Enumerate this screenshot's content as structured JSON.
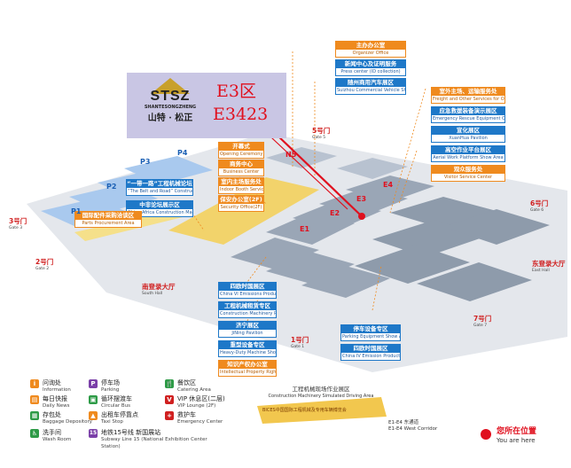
{
  "logo": {
    "abbr": "STSZ",
    "en": "SHANTESONGZHENG",
    "cn": "山特 · 松正"
  },
  "booth": {
    "zone": "E3区",
    "number": "E3423"
  },
  "callouts": [
    {
      "cn": "主办办公室",
      "en": "Organizer Office",
      "color": "orange"
    },
    {
      "cn": "新闻中心及证明服务",
      "en": "Press center (ID collection)",
      "color": "blue"
    },
    {
      "cn": "随州商用汽车展区",
      "en": "Suizhou Commercial Vehicle Show Area",
      "color": "blue"
    },
    {
      "cn": "室外主场、运输服务处",
      "en": "Freight and Other Services for Outdoor Exhibition",
      "color": "orange"
    },
    {
      "cn": "应急救援装备演示展区",
      "en": "Emergency Rescue Equipment Onsite Display",
      "color": "blue"
    },
    {
      "cn": "宣化展区",
      "en": "XuanHua Pavilion",
      "color": "blue"
    },
    {
      "cn": "高空作业平台展区",
      "en": "Aerial Work Platform Show Area",
      "color": "blue"
    },
    {
      "cn": "观众服务处",
      "en": "Visitor Service Center",
      "color": "orange"
    },
    {
      "cn": "开幕式",
      "en": "Opening Ceremony",
      "color": "orange"
    },
    {
      "cn": "商务中心",
      "en": "Business Center",
      "color": "orange"
    },
    {
      "cn": "室内主场服务处",
      "en": "Indoor Booth Service Center",
      "color": "orange"
    },
    {
      "cn": "保安办公室(2F)",
      "en": "Security Office(2F)",
      "color": "orange"
    },
    {
      "cn": "“一带一路”工程机械论坛",
      "en": "“The Belt and Road” Construction Machinery Forum",
      "color": "blue"
    },
    {
      "cn": "中非论坛展示区",
      "en": "China-Africa Construction Machinery Forum",
      "color": "blue"
    },
    {
      "cn": "国际配件采购洽谈区",
      "en": "Parts Procurement Area",
      "color": "orange"
    },
    {
      "cn": "四欧时国展区",
      "en": "China VI Emissions Products Show Area",
      "color": "blue"
    },
    {
      "cn": "工程机械租赁专区",
      "en": "Construction Machinery Rental Area",
      "color": "blue"
    },
    {
      "cn": "济宁展区",
      "en": "JiNing Pavilion",
      "color": "blue"
    },
    {
      "cn": "重型设备专区",
      "en": "Heavy-Duty Machine Show Area",
      "color": "blue"
    },
    {
      "cn": "知识产权办公室",
      "en": "Intellectual Property Right Office",
      "color": "orange"
    },
    {
      "cn": "停车设备专区",
      "en": "Parking Equipment Show Area",
      "color": "blue"
    },
    {
      "cn": "四欧时国展区",
      "en": "China IV Emission Products Show Area",
      "color": "blue"
    }
  ],
  "gates": [
    {
      "cn": "1号门",
      "en": "Gate 1"
    },
    {
      "cn": "2号门",
      "en": "Gate 2"
    },
    {
      "cn": "3号门",
      "en": "Gate 3"
    },
    {
      "cn": "5号门",
      "en": "Gate 5"
    },
    {
      "cn": "6号门",
      "en": "Gate 6"
    },
    {
      "cn": "7号门",
      "en": "Gate 7"
    },
    {
      "cn": "南登录大厅",
      "en": "South Hall"
    },
    {
      "cn": "东登录大厅",
      "en": "East Hall"
    }
  ],
  "halls": [
    "P1",
    "P2",
    "P3",
    "P4",
    "E1",
    "E2",
    "E3",
    "E4",
    "N5"
  ],
  "corridor": {
    "cn": "工程机械现场作业展区",
    "en": "Construction Machinery Simulated Driving Area",
    "sub": "BICES中国国际工程机械及专用车辆博览会",
    "ew": "E1-E4 东通道",
    "ew_en": "E1-E4 West Corridor"
  },
  "legend": [
    {
      "icon": "i",
      "color": "#ef8a1e",
      "cn": "问询处",
      "en": "Information"
    },
    {
      "icon": "P",
      "color": "#7a3fa8",
      "cn": "停车场",
      "en": "Parking"
    },
    {
      "icon": "🍴",
      "color": "#2e9b47",
      "cn": "餐饮区",
      "en": "Catering Area"
    },
    {
      "icon": "▤",
      "color": "#ef8a1e",
      "cn": "每日快报",
      "en": "Daily News"
    },
    {
      "icon": "▣",
      "color": "#2e9b47",
      "cn": "循环摆渡车",
      "en": "Circular Bus"
    },
    {
      "icon": "V",
      "color": "#d02020",
      "cn": "VIP 休息区(二层)",
      "en": "VIP Lounge (2F)"
    },
    {
      "icon": "▦",
      "color": "#2e9b47",
      "cn": "存包处",
      "en": "Baggage Depository"
    },
    {
      "icon": "▲",
      "color": "#ef8a1e",
      "cn": "出租车停靠点",
      "en": "Taxi Stop"
    },
    {
      "icon": "+",
      "color": "#d02020",
      "cn": "救护车",
      "en": "Emergency Center"
    },
    {
      "icon": "♿",
      "color": "#2e9b47",
      "cn": "洗手间",
      "en": "Wash Room"
    },
    {
      "icon": "15",
      "color": "#7a3fa8",
      "cn": "地铁15号线 新国展站",
      "en": "Subway Line 15 (National Exhibition Center Station)"
    }
  ],
  "you_are_here": {
    "cn": "您所在位置",
    "en": "You are here"
  },
  "colors": {
    "blue": "#1e78c8",
    "orange": "#ef8a1e",
    "red": "#e0101e",
    "floor": "#c9ced6",
    "hall": "#8e9bab",
    "booth_bg": "#c9c6e4"
  }
}
